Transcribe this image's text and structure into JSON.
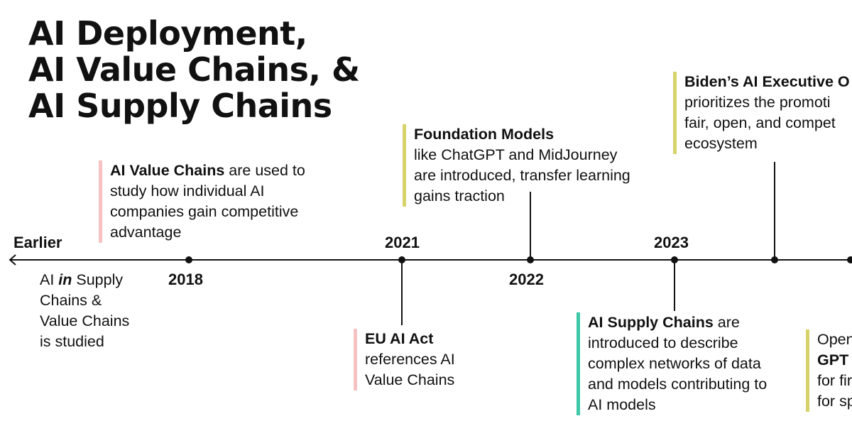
{
  "title": {
    "line1_highlight": "AI Deployment",
    "line1_rest": ",",
    "line2_highlight": "AI Value Chains",
    "line2_rest": ", &",
    "line3_highlight": "AI Supply Chains"
  },
  "axis": {
    "start_label": "Earlier"
  },
  "years": {
    "y2018": "2018",
    "y2021": "2021",
    "y2022": "2022",
    "y2023": "2023"
  },
  "events": {
    "ai_in_chains": {
      "l1_pre": "AI ",
      "l1_em": "in",
      "l1_post": " Supply",
      "l2": "Chains &",
      "l3": "Value Chains",
      "l4": "is studied"
    },
    "value_chains": {
      "bold": "AI Value Chains",
      "l1_rest": " are used to",
      "l2": "study how individual AI",
      "l3": "companies gain competitive",
      "l4": "advantage"
    },
    "eu_ai_act": {
      "bold": "EU AI Act",
      "l2": "references AI",
      "l3": "Value Chains"
    },
    "foundation_models": {
      "bold": "Foundation Models",
      "l2": "like ChatGPT and MidJourney",
      "l3": "are introduced, transfer learning",
      "l4": "gains traction"
    },
    "supply_chains": {
      "bold": "AI Supply Chains",
      "l1_rest": " are",
      "l2": "introduced to describe",
      "l3": "complex networks of data",
      "l4": "and models contributing to",
      "l5": "AI models"
    },
    "executive_order": {
      "bold": "Biden’s AI Executive O",
      "l2": "prioritizes the promoti",
      "l3": "fair, open, and compet",
      "l4": "ecosystem"
    },
    "openai_gpt": {
      "l1": "Open",
      "l2_bold": "GPT",
      "l3": "for fir",
      "l4": "for sp"
    }
  },
  "colors": {
    "yellow": "#d6d36a",
    "pink": "#f6c2c4",
    "teal": "#3ec8a8",
    "ink": "#111111"
  }
}
